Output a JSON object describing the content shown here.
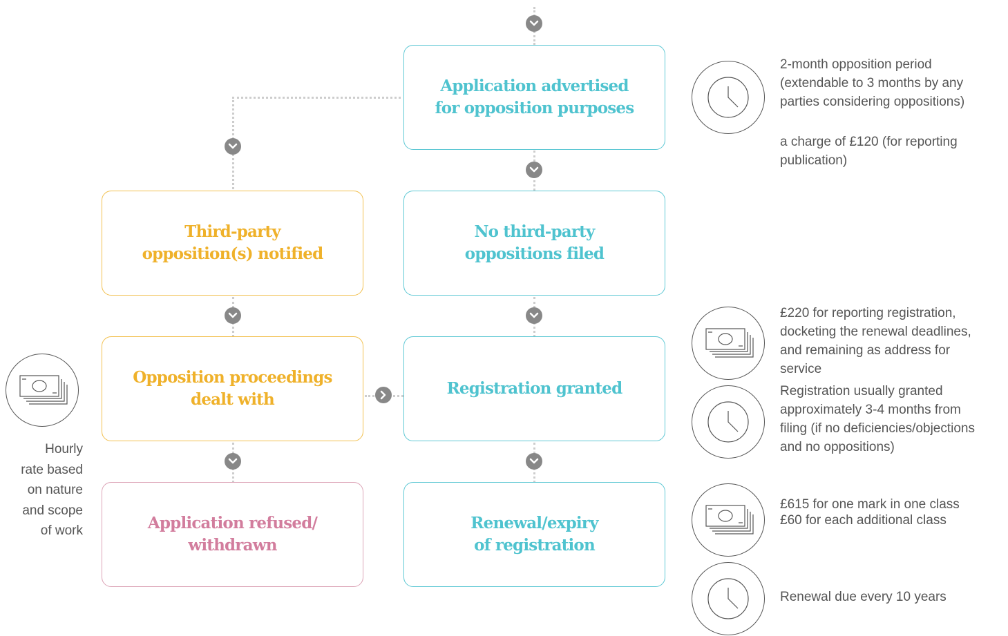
{
  "flow": {
    "advertised": "Application advertised\nfor opposition purposes",
    "third_party": "Third-party\nopposition(s) notified",
    "no_third_party": "No third-party\noppositions  filed",
    "proceedings": "Opposition proceedings\ndealt with",
    "granted": "Registration granted",
    "refused": "Application refused/\nwithdrawn",
    "renewal": "Renewal/expiry\nof registration"
  },
  "notes": {
    "opposition_period": "2-month opposition period\n(extendable to 3 months by any\nparties considering oppositions)",
    "publication_charge": "a charge of £120 (for reporting\npublication)",
    "registration_fee": "£220 for reporting registration,\ndocketing the renewal deadlines,\nand remaining as address for\nservice",
    "registration_time": "Registration usually granted\napproximately 3-4 months from\nfiling (if no deficiencies/objections\nand no oppositions)",
    "renewal_fee": "£615 for one mark in one class\n£60 for each additional class",
    "renewal_time": "Renewal due every 10 years",
    "hourly_rate": "Hourly\nrate based\non nature\nand scope\nof work"
  },
  "colors": {
    "teal": "#4fc3cf",
    "gold": "#efb12a",
    "pink": "#d27d9d",
    "connector": "#cdcdcd",
    "chevron": "#888888",
    "icon_stroke": "#555555"
  },
  "icons": [
    "clock-icon",
    "banknote-icon",
    "chevron-down-icon",
    "chevron-right-icon"
  ]
}
